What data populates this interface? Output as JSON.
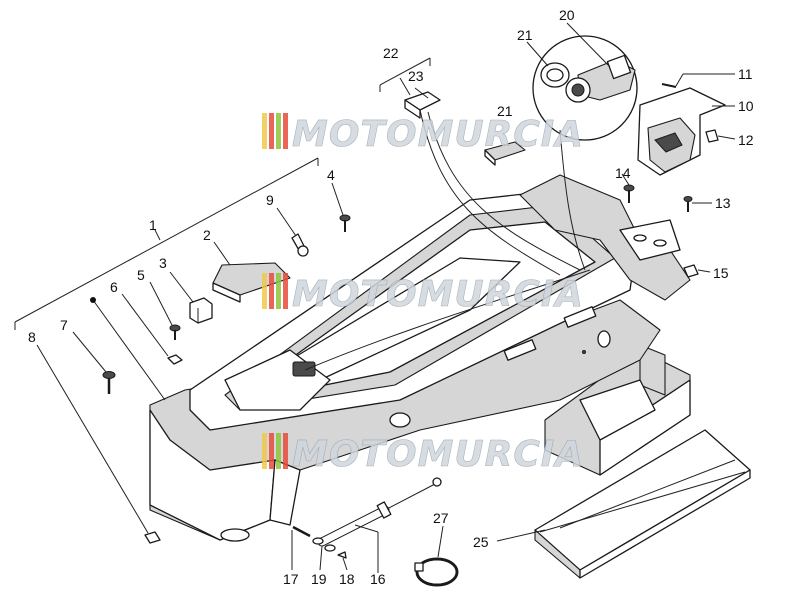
{
  "diagram": {
    "watermark": {
      "text": "MOTOMURCIA",
      "stripe_colors": [
        "#f2c94c",
        "#e74c3c",
        "#8dc63f",
        "#e74c3c"
      ],
      "text_color": "#cfd6de"
    },
    "callouts": [
      "1",
      "2",
      "3",
      "4",
      "5",
      "6",
      "7",
      "8",
      "9",
      "10",
      "11",
      "12",
      "13",
      "14",
      "15",
      "16",
      "17",
      "18",
      "19",
      "20",
      "21",
      "21",
      "22",
      "23",
      "25",
      "27"
    ]
  }
}
